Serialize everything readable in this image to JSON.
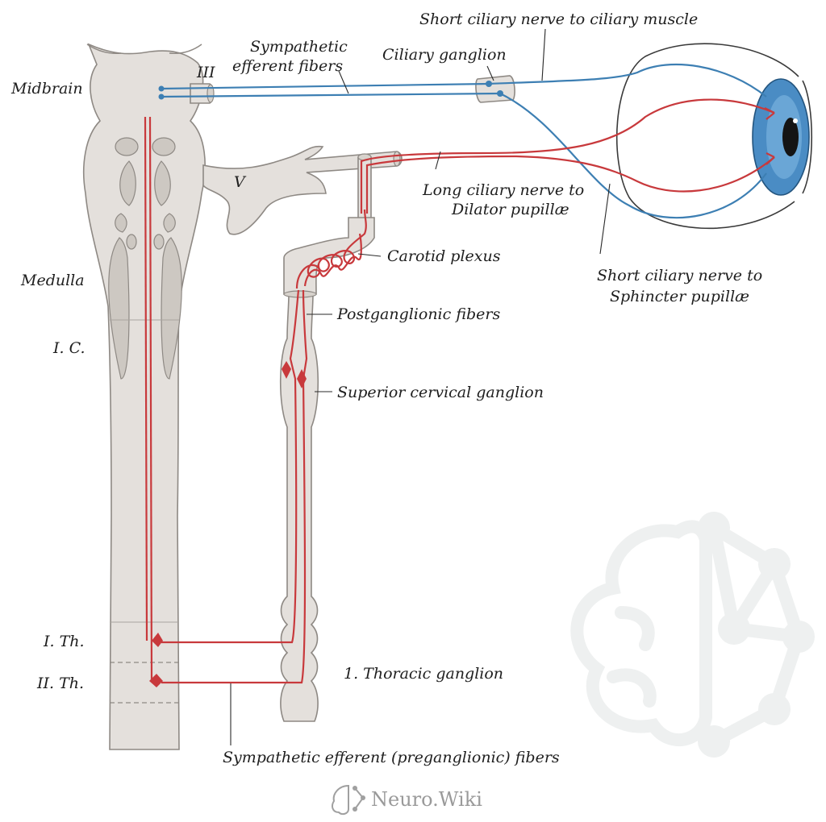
{
  "labels": {
    "midbrain": "Midbrain",
    "iii": "III",
    "sympathetic_line1": "Sympathetic",
    "sympathetic_line2": "efferent fibers",
    "ciliary_ganglion": "Ciliary ganglion",
    "short_ciliary_muscle": "Short ciliary nerve to ciliary muscle",
    "v": "V",
    "long_ciliary_line1": "Long ciliary nerve to",
    "long_ciliary_line2": "Dilator pupillæ",
    "carotid_plexus": "Carotid plexus",
    "short_sphincter_line1": "Short ciliary nerve to",
    "short_sphincter_line2": "Sphincter pupillæ",
    "medulla": "Medulla",
    "postganglionic": "Postganglionic fibers",
    "ic": "I. C.",
    "superior_cervical": "Superior cervical ganglion",
    "ith": "I. Th.",
    "iith": "II. Th.",
    "thoracic_ganglion": "1. Thoracic ganglion",
    "preganglionic": "Sympathetic efferent (preganglionic) fibers"
  },
  "brand": {
    "name": "Neuro.Wiki"
  },
  "colors": {
    "sympathetic_fiber": "#c8393c",
    "parasympathetic_fiber": "#3d7fb3",
    "tissue": "#e4e0dc",
    "iris": "#4a8cc4"
  }
}
